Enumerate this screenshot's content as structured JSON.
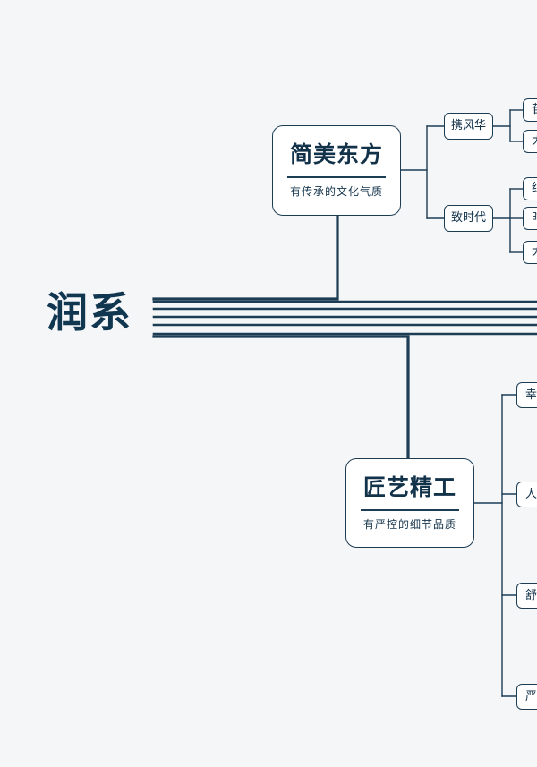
{
  "root": {
    "title": "润系"
  },
  "top_branch": {
    "title": "简美东方",
    "subtitle": "有传承的文化气质",
    "tags": [
      "携风华",
      "致时代"
    ],
    "leaves_tag1": [
      "苷",
      "大"
    ],
    "leaves_tag2": [
      "红",
      "时",
      "大"
    ]
  },
  "bottom_branch": {
    "title": "匠艺精工",
    "subtitle": "有严控的细节品质",
    "leaves": [
      "幸",
      "人",
      "舒",
      "严"
    ]
  }
}
